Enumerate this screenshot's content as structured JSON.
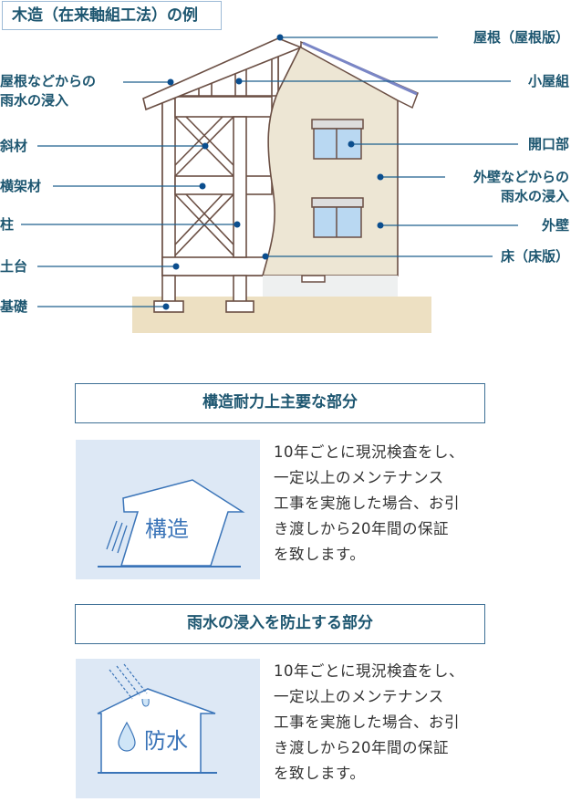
{
  "title": "木造（在来軸組工法）の例",
  "labels_left": {
    "roof_leak_1": "屋根などからの",
    "roof_leak_2": "雨水の浸入",
    "diagonal": "斜材",
    "beam": "横架材",
    "pillar": "柱",
    "sill": "土台",
    "foundation": "基礎"
  },
  "labels_right": {
    "roof": "屋根（屋根版）",
    "truss": "小屋組",
    "opening": "開口部",
    "wall_leak_1": "外壁などからの",
    "wall_leak_2": "雨水の浸入",
    "exterior_wall": "外壁",
    "floor": "床（床版）"
  },
  "sections": [
    {
      "heading": "構造耐力上主要な部分",
      "icon_text": "構造",
      "desc": [
        "10年ごとに現況検査をし、",
        "一定以上のメンテナンス",
        "工事を実施した場合、お引",
        "き渡しから20年間の保証",
        "を致します。"
      ]
    },
    {
      "heading": "雨水の浸入を防止する部分",
      "icon_text": "防水",
      "desc": [
        "10年ごとに現況検査をし、",
        "一定以上のメンテナンス",
        "工事を実施した場合、お引",
        "き渡しから20年間の保証",
        "を致します。"
      ]
    }
  ],
  "colors": {
    "accent": "#1d5670",
    "dot": "#0b4e8e",
    "icon_bg": "#dde8f5"
  }
}
